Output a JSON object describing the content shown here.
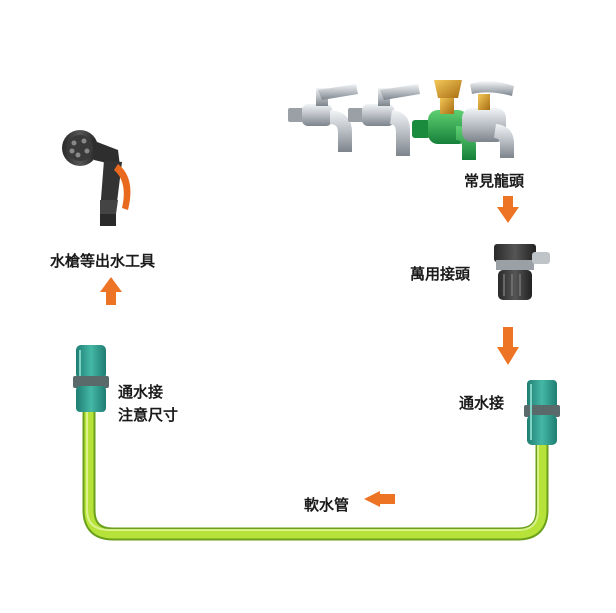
{
  "labels": {
    "common_faucet": "常見龍頭",
    "universal_connector": "萬用接頭",
    "water_connector_right": "通水接",
    "water_connector_left_line1": "通水接",
    "water_connector_left_line2": "注意尺寸",
    "hose": "軟水管",
    "spray_tools": "水槍等出水工具"
  },
  "colors": {
    "arrow": "#ee7425",
    "hose_green": "#a4d62c",
    "hose_edge": "#6aa01a",
    "connector_teal": "#2e9c8c",
    "faucet_silver": "#c8ccd0",
    "faucet_green": "#2aa84a",
    "faucet_brass": "#d79a28"
  },
  "icons": [
    "spray-gun-icon",
    "faucet-icon",
    "universal-adapter-icon",
    "hose-connector-icon",
    "arrow-up-icon",
    "arrow-down-icon",
    "arrow-left-icon"
  ]
}
